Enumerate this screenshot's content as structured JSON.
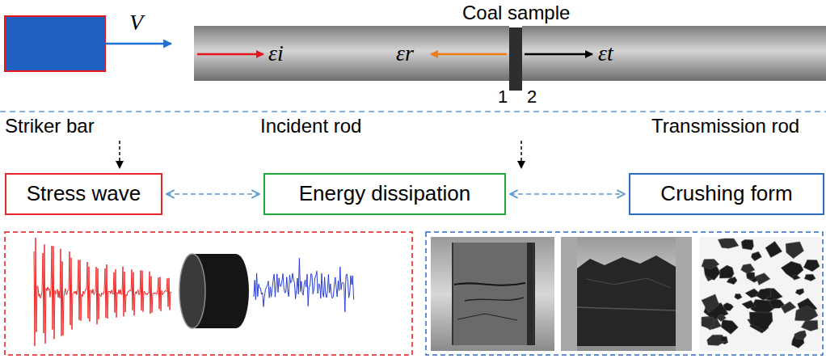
{
  "diagram": {
    "nodes": [
      {
        "text": [
          "Stress wave"
        ]
      },
      {
        "text": [
          "Energy dissipation"
        ]
      },
      {
        "text": [
          "Crushing form"
        ]
      }
    ],
    "edges": [
      {
        "from": 0,
        "to": 1,
        "arrow": "both"
      },
      {
        "from": 1,
        "to": 2,
        "arrow": "both"
      }
    ],
    "labels": [
      "Coal sample",
      "V",
      "εi",
      "εr",
      "εt",
      "1",
      "2",
      "Striker bar",
      "Incident rod",
      "Transmission rod"
    ]
  }
}
